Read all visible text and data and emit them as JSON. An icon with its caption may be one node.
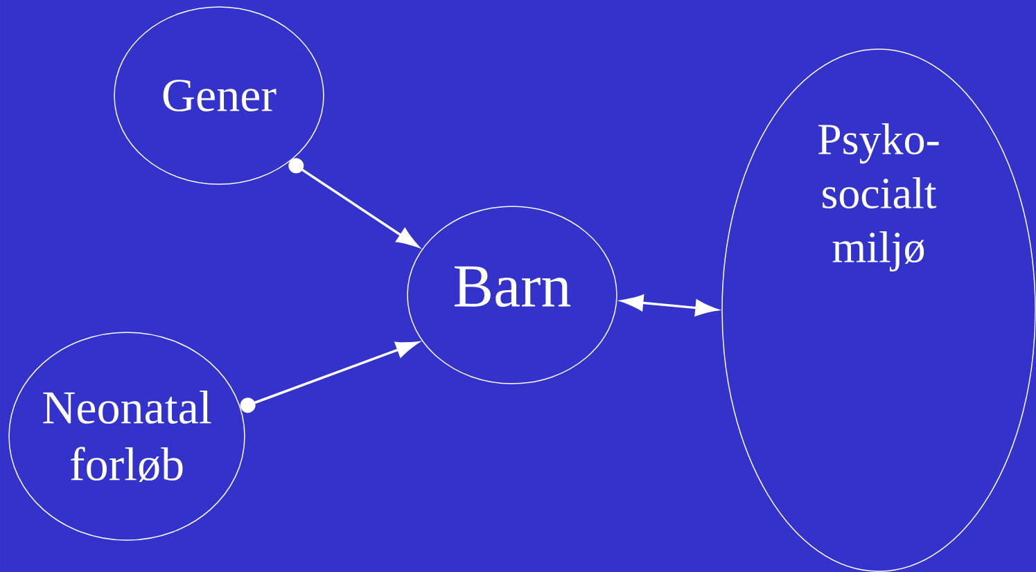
{
  "diagram": {
    "nodes": [
      {
        "text": [
          "Gener"
        ]
      },
      {
        "text": [
          "Barn"
        ]
      },
      {
        "text": [
          "Neonatal forløb"
        ]
      },
      {
        "text": [
          "Psyko- socialt miljø"
        ]
      }
    ],
    "edges": [
      {
        "from": 0,
        "to": 1,
        "arrow": "to"
      },
      {
        "from": 2,
        "to": 1,
        "arrow": "to"
      },
      {
        "from": 1,
        "to": 3,
        "arrow": "both"
      }
    ]
  }
}
